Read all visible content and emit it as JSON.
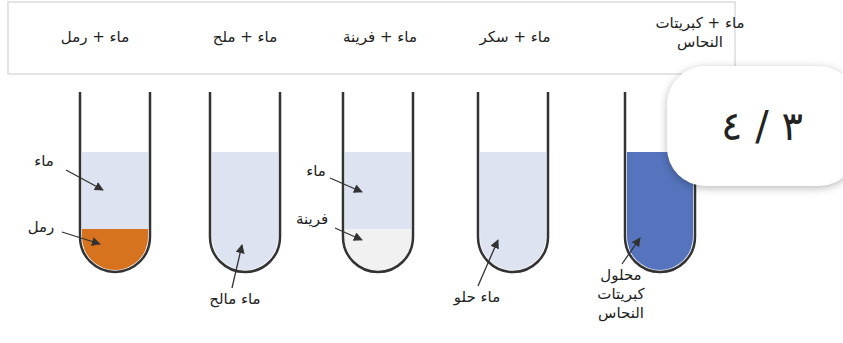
{
  "diagram": {
    "nodes": [
      {
        "text": [
          "٣ / ٤"
        ]
      }
    ],
    "labels": [
      "ماء + رمل",
      "ماء + ملح",
      "ماء + فرينة",
      "ماء + سكر",
      "ماء + كبريتات النحاس",
      "ماء",
      "رمل",
      "ماء مالح",
      "ماء",
      "فرينة",
      "ماء حلو",
      "محلول كبريتات النحاس"
    ]
  }
}
